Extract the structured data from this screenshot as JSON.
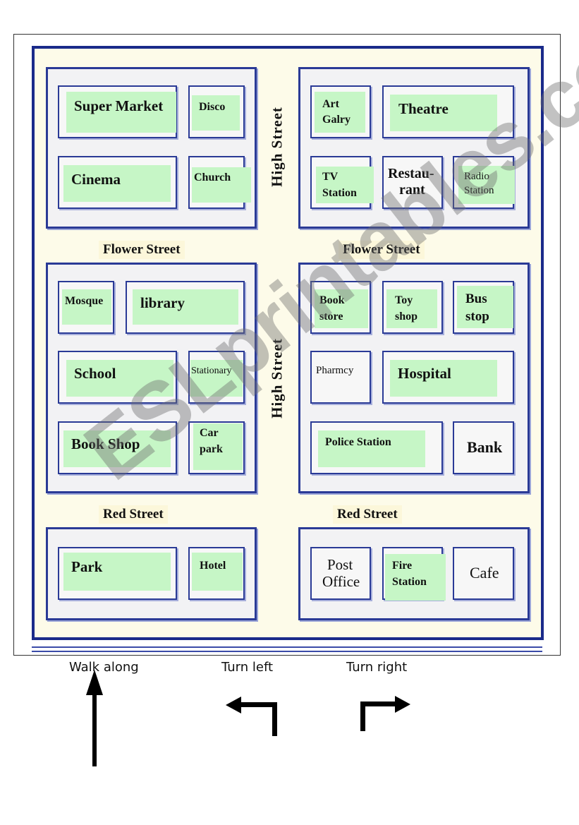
{
  "streets": {
    "high_street": "High Street",
    "flower_street": "Flower Street",
    "red_street": "Red Street"
  },
  "places": {
    "super_market": "Super Market",
    "disco": "Disco",
    "cinema": "Cinema",
    "church": "Church",
    "art_gallery": [
      "Art",
      "Galry"
    ],
    "theatre": "Theatre",
    "tv_station": [
      "TV",
      "Station"
    ],
    "restaurant": [
      "Restau-",
      "rant"
    ],
    "radio_station": [
      "Radio",
      "Station"
    ],
    "mosque": "Mosque",
    "library": "library",
    "school": "School",
    "stationary": "Stationary",
    "book_shop": "Book Shop",
    "car_park": [
      "Car",
      "park"
    ],
    "book_store": [
      "Book",
      "store"
    ],
    "toy_shop": [
      "Toy",
      "shop"
    ],
    "bus_stop": [
      "Bus",
      "stop"
    ],
    "pharmacy": "Pharmcy",
    "hospital": "Hospital",
    "police_station": "Police Station",
    "bank": "Bank",
    "park": "Park",
    "hotel": "Hotel",
    "post_office": [
      "Post",
      "Office"
    ],
    "fire_station": [
      "Fire",
      "Station"
    ],
    "cafe": "Cafe"
  },
  "watermark": "ESLprintables.com",
  "legend": {
    "walk_along": "Walk along",
    "turn_left": "Turn left",
    "turn_right": "Turn right"
  }
}
